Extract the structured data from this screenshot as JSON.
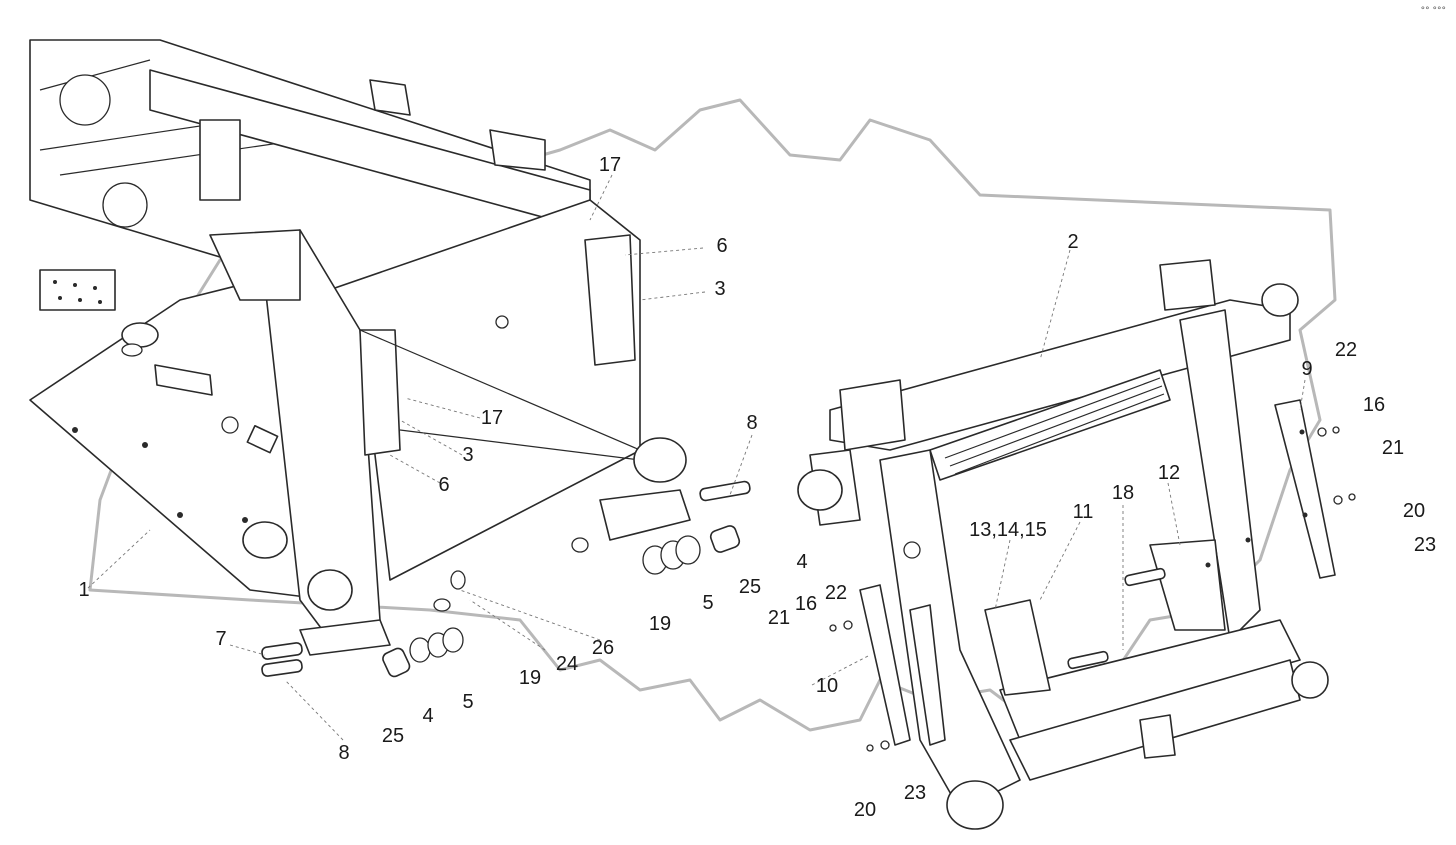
{
  "corner_mark": "°° °°°",
  "colors": {
    "line": "#2a2a2a",
    "watermark": "#b8b8b8",
    "background": "#ffffff"
  },
  "callouts": [
    {
      "id": "c1",
      "text": "1"
    },
    {
      "id": "c2",
      "text": "2"
    },
    {
      "id": "c3a",
      "text": "3"
    },
    {
      "id": "c3b",
      "text": "3"
    },
    {
      "id": "c4a",
      "text": "4"
    },
    {
      "id": "c4b",
      "text": "4"
    },
    {
      "id": "c5a",
      "text": "5"
    },
    {
      "id": "c5b",
      "text": "5"
    },
    {
      "id": "c6a",
      "text": "6"
    },
    {
      "id": "c6b",
      "text": "6"
    },
    {
      "id": "c7",
      "text": "7"
    },
    {
      "id": "c8a",
      "text": "8"
    },
    {
      "id": "c8b",
      "text": "8"
    },
    {
      "id": "c9",
      "text": "9"
    },
    {
      "id": "c10",
      "text": "10"
    },
    {
      "id": "c11",
      "text": "11"
    },
    {
      "id": "c12",
      "text": "12"
    },
    {
      "id": "c13",
      "text": "13,14,15"
    },
    {
      "id": "c16a",
      "text": "16"
    },
    {
      "id": "c16b",
      "text": "16"
    },
    {
      "id": "c17a",
      "text": "17"
    },
    {
      "id": "c17b",
      "text": "17"
    },
    {
      "id": "c18",
      "text": "18"
    },
    {
      "id": "c19a",
      "text": "19"
    },
    {
      "id": "c19b",
      "text": "19"
    },
    {
      "id": "c20a",
      "text": "20"
    },
    {
      "id": "c20b",
      "text": "20"
    },
    {
      "id": "c21a",
      "text": "21"
    },
    {
      "id": "c21b",
      "text": "21"
    },
    {
      "id": "c22a",
      "text": "22"
    },
    {
      "id": "c22b",
      "text": "22"
    },
    {
      "id": "c23a",
      "text": "23"
    },
    {
      "id": "c23b",
      "text": "23"
    },
    {
      "id": "c24",
      "text": "24"
    },
    {
      "id": "c25a",
      "text": "25"
    },
    {
      "id": "c25b",
      "text": "25"
    },
    {
      "id": "c26",
      "text": "26"
    }
  ]
}
